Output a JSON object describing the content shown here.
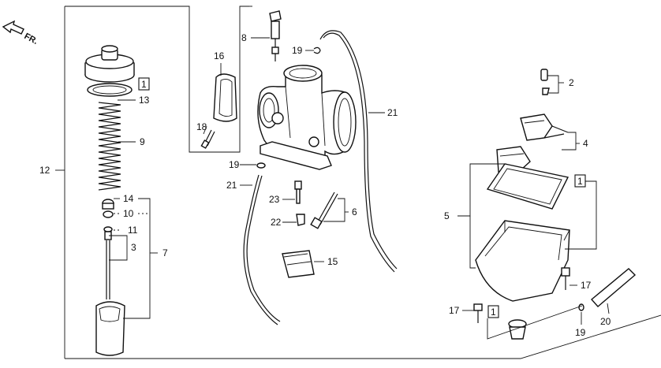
{
  "orientation": {
    "label": "FR."
  },
  "callouts": {
    "c1": "12",
    "c2": "13",
    "c3": "9",
    "c4": "14",
    "c5": "10",
    "c6": "11",
    "c7": "3",
    "c8": "7",
    "c9": "16",
    "c10": "18",
    "c11": "8",
    "c12": "19",
    "c13": "21",
    "c14": "19",
    "c15": "21",
    "c16": "23",
    "c17": "22",
    "c18": "6",
    "c19": "15",
    "c20": "2",
    "c21": "4",
    "c22": "5",
    "c23": "17",
    "c24": "17",
    "c25": "19",
    "c26": "20"
  },
  "boxed": {
    "b1": "1",
    "b2": "1",
    "b3": "1"
  }
}
